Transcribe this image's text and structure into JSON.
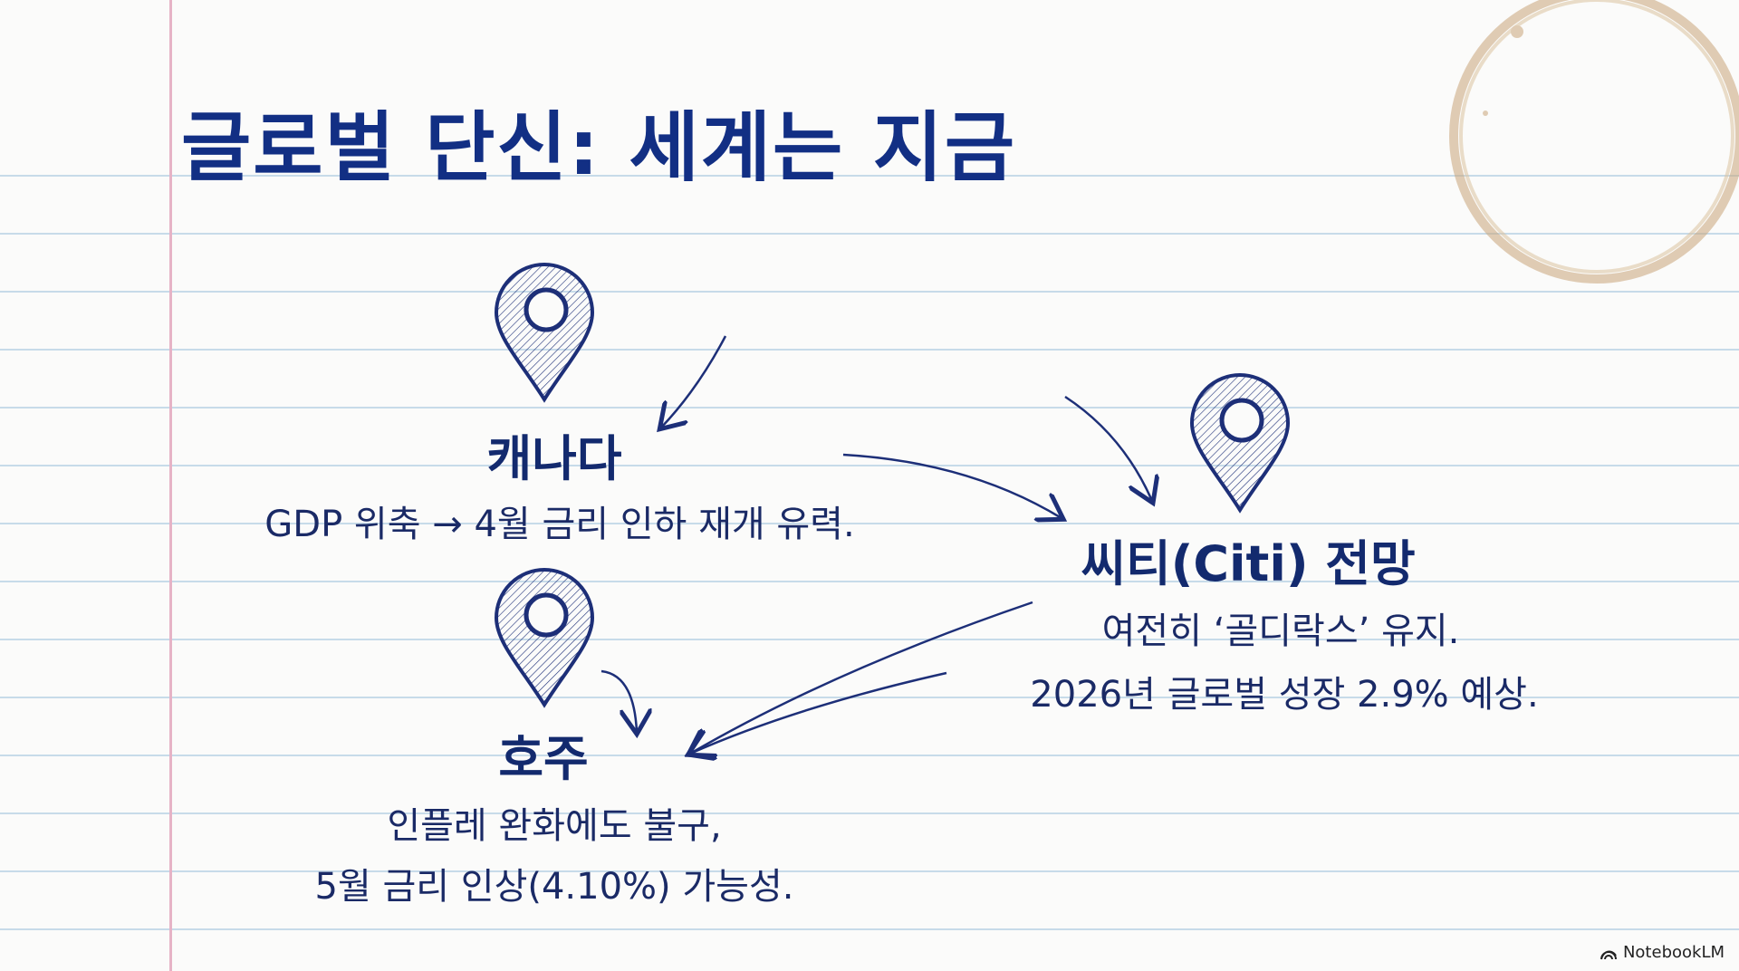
{
  "title": "글로벌 단신: 세계는 지금",
  "canada": {
    "heading": "캐나다",
    "text": "GDP 위축 → 4월 금리 인하 재개 유력."
  },
  "citi": {
    "heading": "씨티(Citi) 전망",
    "line1": "여전히 ‘골디락스’ 유지.",
    "line2": "2026년 글로벌 성장 2.9% 예상."
  },
  "australia": {
    "heading": "호주",
    "line1": "인플레 완화에도 불구,",
    "line2": "5월 금리 인상(4.10%) 가능성."
  },
  "brand": "NotebookLM",
  "colors": {
    "ink": "#132a78",
    "margin": "#e6b3c6",
    "rule": "#c7dbe9"
  }
}
